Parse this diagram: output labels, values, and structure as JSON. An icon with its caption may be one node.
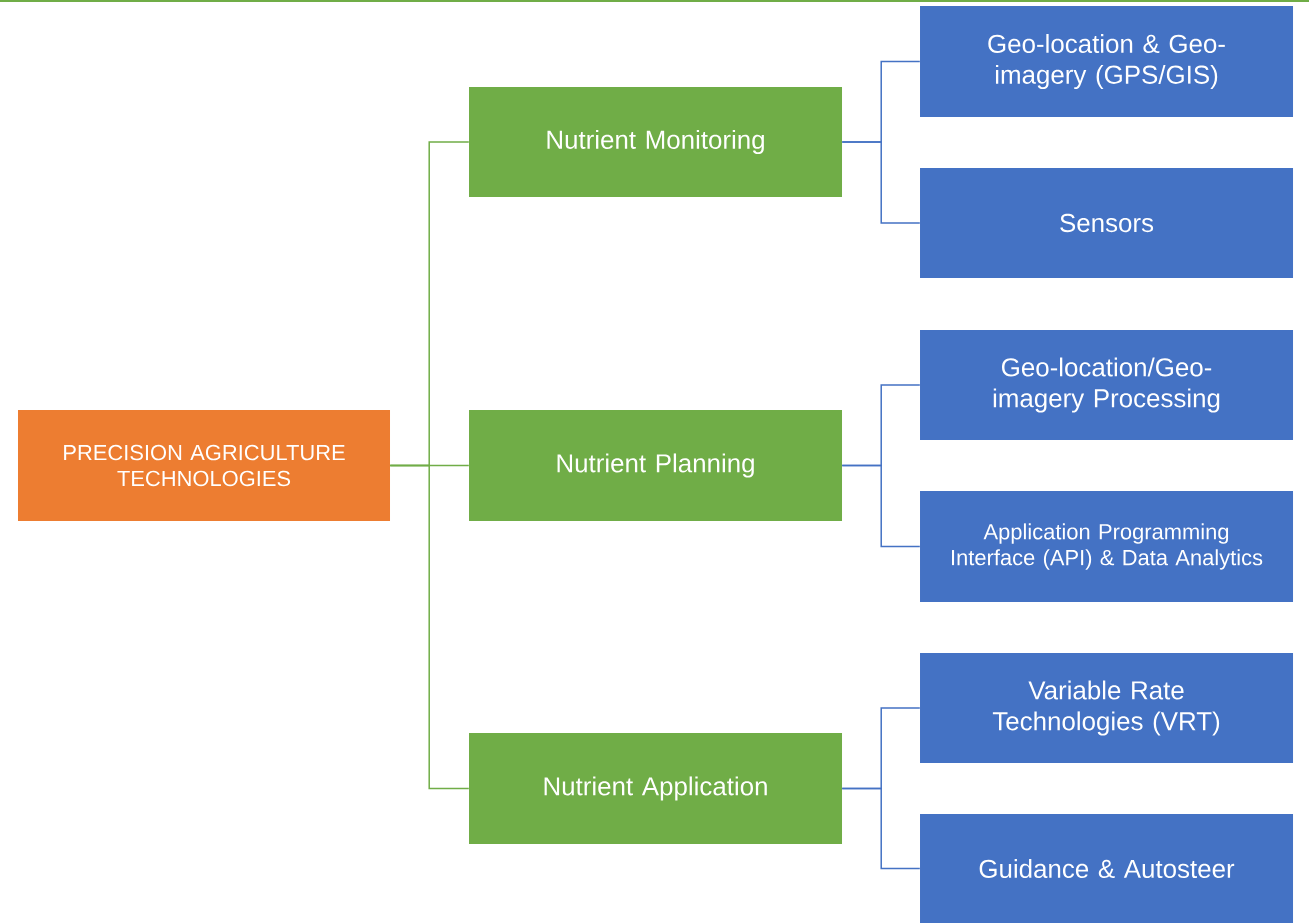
{
  "diagram": {
    "nodes": [
      {
        "text": [
          "PRECISION AGRICULTURE TECHNOLOGIES"
        ]
      },
      {
        "text": [
          "Nutrient Monitoring"
        ]
      },
      {
        "text": [
          "Nutrient Planning"
        ]
      },
      {
        "text": [
          "Nutrient Application"
        ]
      },
      {
        "text": [
          "Geo-location & Geo-imagery (GPS/GIS)"
        ]
      },
      {
        "text": [
          "Sensors"
        ]
      },
      {
        "text": [
          "Geo-location/Geo-imagery Processing"
        ]
      },
      {
        "text": [
          "Application Programming Interface (API) & Data Analytics"
        ]
      },
      {
        "text": [
          "Variable Rate Technologies (VRT)"
        ]
      },
      {
        "text": [
          "Guidance & Autosteer"
        ]
      }
    ],
    "edges": [
      {
        "from": 0,
        "to": 1,
        "arrow": "none",
        "color": "#70ad47"
      },
      {
        "from": 0,
        "to": 2,
        "arrow": "none",
        "color": "#70ad47"
      },
      {
        "from": 0,
        "to": 3,
        "arrow": "none",
        "color": "#70ad47"
      },
      {
        "from": 1,
        "to": 4,
        "arrow": "none"
      },
      {
        "from": 1,
        "to": 5,
        "arrow": "none"
      },
      {
        "from": 2,
        "to": 6,
        "arrow": "none"
      },
      {
        "from": 2,
        "to": 7,
        "arrow": "none"
      },
      {
        "from": 3,
        "to": 8,
        "arrow": "none"
      },
      {
        "from": 3,
        "to": 9,
        "arrow": "none"
      }
    ]
  }
}
